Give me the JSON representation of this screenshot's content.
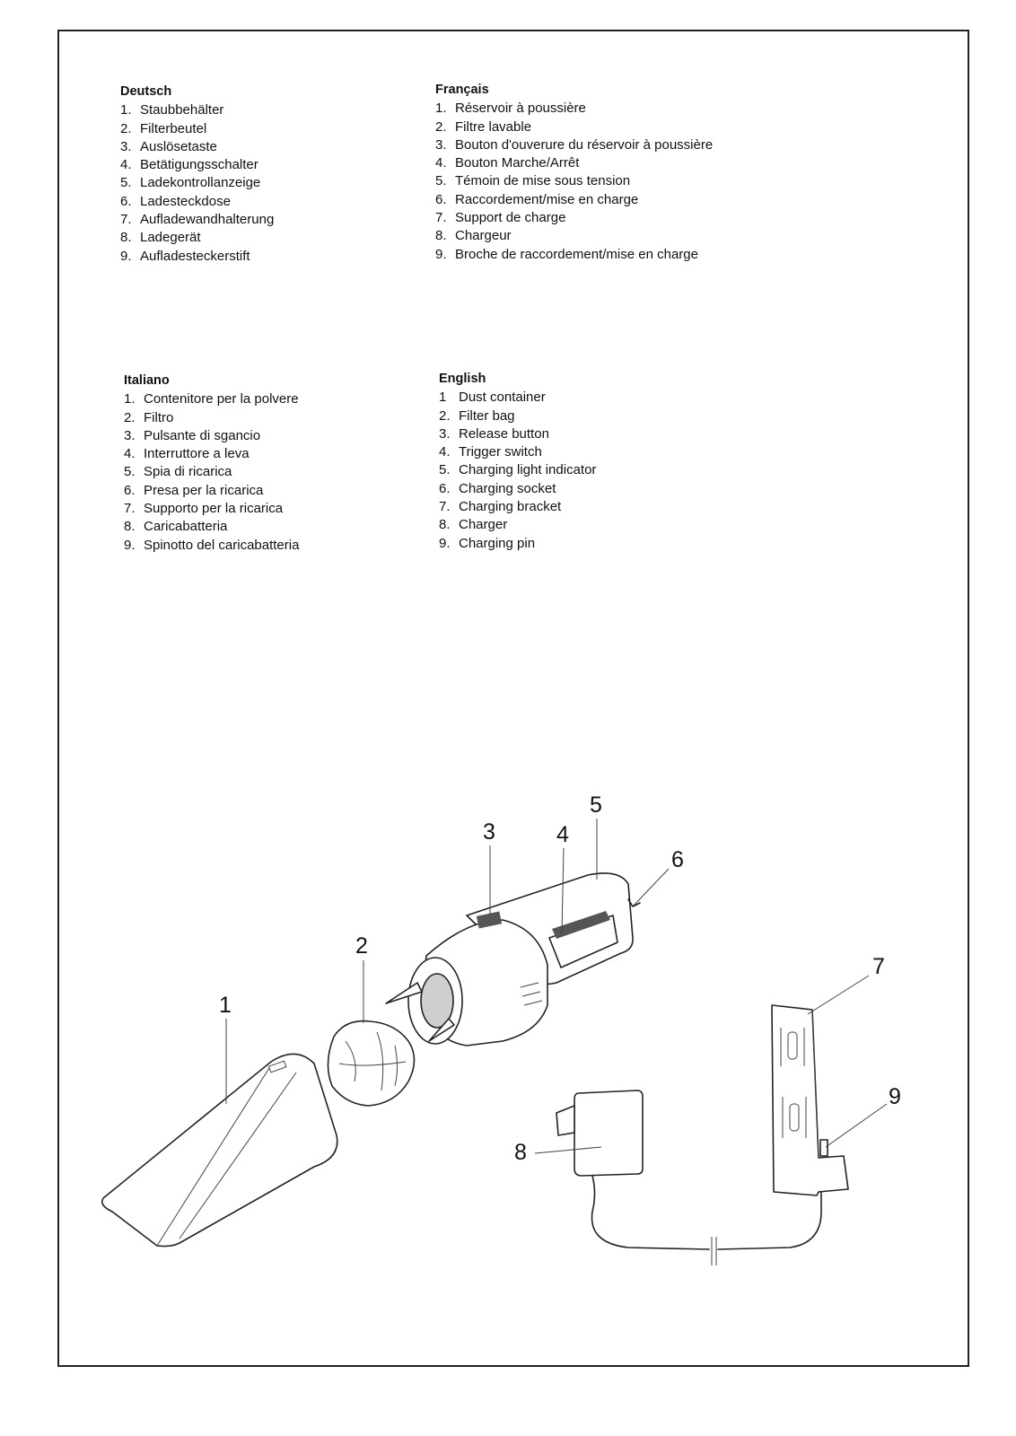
{
  "sections": [
    {
      "title": "Deutsch",
      "items": [
        {
          "num": "1.",
          "text": "Staubbehälter"
        },
        {
          "num": "2.",
          "text": "Filterbeutel"
        },
        {
          "num": "3.",
          "text": "Auslösetaste"
        },
        {
          "num": "4.",
          "text": "Betätigungsschalter"
        },
        {
          "num": "5.",
          "text": "Ladekontrollanzeige"
        },
        {
          "num": "6.",
          "text": "Ladesteckdose"
        },
        {
          "num": "7.",
          "text": "Aufladewandhalterung"
        },
        {
          "num": "8.",
          "text": "Ladegerät"
        },
        {
          "num": "9.",
          "text": "Aufladesteckerstift"
        }
      ]
    },
    {
      "title": "Français",
      "items": [
        {
          "num": "1.",
          "text": "Réservoir à poussière"
        },
        {
          "num": "2.",
          "text": "Filtre lavable"
        },
        {
          "num": "3.",
          "text": "Bouton d'ouverure du réservoir à poussière"
        },
        {
          "num": "4.",
          "text": "Bouton Marche/Arrêt"
        },
        {
          "num": "5.",
          "text": "Témoin de mise sous tension"
        },
        {
          "num": "6.",
          "text": "Raccordement/mise en charge"
        },
        {
          "num": "7.",
          "text": "Support de charge"
        },
        {
          "num": "8.",
          "text": "Chargeur"
        },
        {
          "num": "9.",
          "text": "Broche de raccordement/mise en charge"
        }
      ]
    },
    {
      "title": "Italiano",
      "items": [
        {
          "num": "1.",
          "text": "Contenitore per la polvere"
        },
        {
          "num": "2.",
          "text": "Filtro"
        },
        {
          "num": "3.",
          "text": "Pulsante di sgancio"
        },
        {
          "num": "4.",
          "text": "Interruttore a leva"
        },
        {
          "num": "5.",
          "text": "Spia di ricarica"
        },
        {
          "num": "6.",
          "text": "Presa per la ricarica"
        },
        {
          "num": "7.",
          "text": "Supporto per la ricarica"
        },
        {
          "num": "8.",
          "text": "Caricabatteria"
        },
        {
          "num": "9.",
          "text": "Spinotto del caricabatteria"
        }
      ]
    },
    {
      "title": "English",
      "items": [
        {
          "num": "1",
          "text": "Dust container"
        },
        {
          "num": "2.",
          "text": "Filter bag"
        },
        {
          "num": "3.",
          "text": "Release button"
        },
        {
          "num": "4.",
          "text": "Trigger switch"
        },
        {
          "num": "5.",
          "text": "Charging light indicator"
        },
        {
          "num": "6.",
          "text": "Charging socket"
        },
        {
          "num": "7.",
          "text": "Charging bracket"
        },
        {
          "num": "8.",
          "text": "Charger"
        },
        {
          "num": "9.",
          "text": "Charging pin"
        }
      ]
    }
  ],
  "figure": {
    "callouts": [
      "1",
      "2",
      "3",
      "4",
      "5",
      "6",
      "7",
      "8",
      "9"
    ]
  }
}
